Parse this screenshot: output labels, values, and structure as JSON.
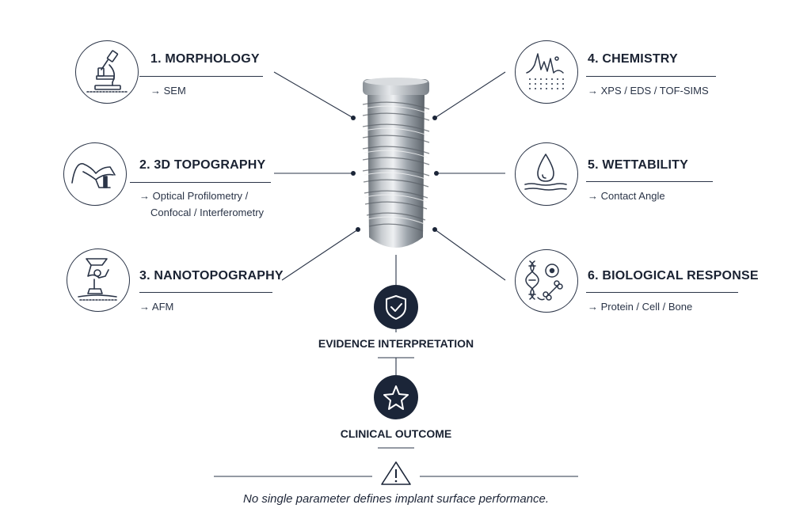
{
  "parameters": [
    {
      "title": "1. MORPHOLOGY",
      "method_lines": [
        "→ SEM"
      ],
      "icon": "microscope-icon"
    },
    {
      "title": "2. 3D TOPOGRAPHY",
      "method_lines": [
        "→ Optical Profilometry /",
        "Confocal / Interferometry"
      ],
      "icon": "surface-profile-icon"
    },
    {
      "title": "3. NANOTOPOGRAPHY",
      "method_lines": [
        "→ AFM"
      ],
      "icon": "afm-probe-icon"
    },
    {
      "title": "4. CHEMISTRY",
      "method_lines": [
        "→ XPS / EDS / TOF-SIMS"
      ],
      "icon": "spectrum-icon"
    },
    {
      "title": "5. WETTABILITY",
      "method_lines": [
        "→ Contact Angle"
      ],
      "icon": "water-drop-icon"
    },
    {
      "title": "6. BIOLOGICAL RESPONSE",
      "method_lines": [
        "→ Protein / Cell / Bone"
      ],
      "icon": "dna-cell-bone-icon"
    }
  ],
  "flow": [
    {
      "label": "EVIDENCE INTERPRETATION",
      "icon": "shield-check-icon"
    },
    {
      "label": "CLINICAL OUTCOME",
      "icon": "star-icon"
    }
  ],
  "note": "No single parameter defines implant surface performance.",
  "colors": {
    "ink": "#1b2538",
    "line": "#2a3447",
    "metal": "#9aa1a8"
  }
}
